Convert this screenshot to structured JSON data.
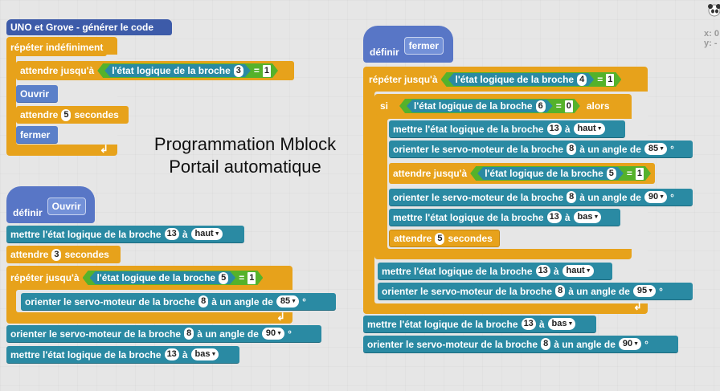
{
  "caption": {
    "line1": "Programmation Mblock",
    "line2": "Portail automatique"
  },
  "coords": {
    "x": "x: 0",
    "y": "y: -"
  },
  "main_program": {
    "hat": "UNO et Grove - générer le code",
    "forever": "répéter indéfiniment",
    "wait_until": "attendre jusqu'à",
    "cond_text": "l'état logique de la broche",
    "cond_pin": "3",
    "eq": "=",
    "cond_value": "1",
    "call_open": "Ouvrir",
    "wait": "attendre",
    "wait_value": "5",
    "seconds": "secondes",
    "call_close": "fermer"
  },
  "def_open": {
    "define": "définir",
    "name": "Ouvrir",
    "set_text": "mettre l'état logique de la broche",
    "a": "à",
    "set1_pin": "13",
    "set1_value": "haut",
    "wait": "attendre",
    "wait_value": "3",
    "seconds": "secondes",
    "repeat_until": "répéter jusqu'à",
    "cond_text": "l'état logique de la broche",
    "cond_pin": "5",
    "eq": "=",
    "cond_value": "1",
    "servo_text": "orienter le servo-moteur de la broche",
    "angle_text": "à un angle de",
    "deg": "°",
    "servo1_pin": "8",
    "servo1_angle": "85",
    "servo2_pin": "8",
    "servo2_angle": "90",
    "set2_pin": "13",
    "set2_value": "bas"
  },
  "def_close": {
    "define": "définir",
    "name": "fermer",
    "repeat_until": "répéter jusqu'à",
    "cond_text": "l'état logique de la broche",
    "eq": "=",
    "loop_pin": "4",
    "loop_value": "1",
    "if": "si",
    "then": "alors",
    "if_pin": "6",
    "if_value": "0",
    "set_text": "mettre l'état logique de la broche",
    "a": "à",
    "servo_text": "orienter le servo-moteur de la broche",
    "angle_text": "à un angle de",
    "deg": "°",
    "wait_until": "attendre jusqu'à",
    "wait": "attendre",
    "seconds": "secondes",
    "if_set1_pin": "13",
    "if_set1_value": "haut",
    "if_servo1_pin": "8",
    "if_servo1_angle": "85",
    "if_wait_pin": "5",
    "if_wait_value": "1",
    "if_servo2_pin": "8",
    "if_servo2_angle": "90",
    "if_set2_pin": "13",
    "if_set2_value": "bas",
    "if_wait_secs": "5",
    "loop_set_pin": "13",
    "loop_set_value": "haut",
    "loop_servo_pin": "8",
    "loop_servo_angle": "95",
    "after_set_pin": "13",
    "after_set_value": "bas",
    "after_servo_pin": "8",
    "after_servo_angle": "90"
  }
}
